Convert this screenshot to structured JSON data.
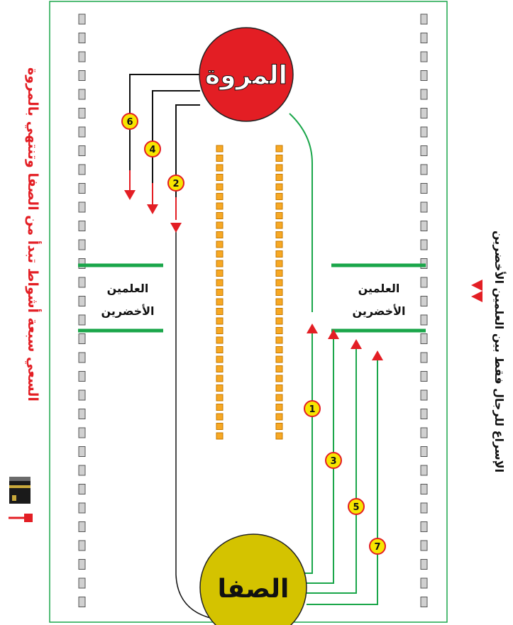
{
  "hills": {
    "marwa": {
      "label": "المروة",
      "color": "#e31e24"
    },
    "safa": {
      "label": "الصفا",
      "color": "#d4c300"
    }
  },
  "green_markers": {
    "left": {
      "line1": "العلمين",
      "line2": "الأخضرين"
    },
    "right": {
      "line1": "العلمين",
      "line2": "الأخضرين"
    }
  },
  "lap_numbers": [
    "1",
    "2",
    "3",
    "4",
    "5",
    "6",
    "7"
  ],
  "side_notes": {
    "left": "السعي سبعة أشواط تبدأ من الصفا وتنتهي بالمروة",
    "right": "الإسراع للرجال فقط بين العلمين الأخضرين"
  },
  "kaaba_icon": "kaaba-icon",
  "colors": {
    "path_red": "#e31e24",
    "path_green": "#1aa64a",
    "marker_green": "#1aa64a",
    "number_badge": "#f7e600",
    "pillar_orange": "#f7a823",
    "wall_block": "#d0d0d0"
  }
}
